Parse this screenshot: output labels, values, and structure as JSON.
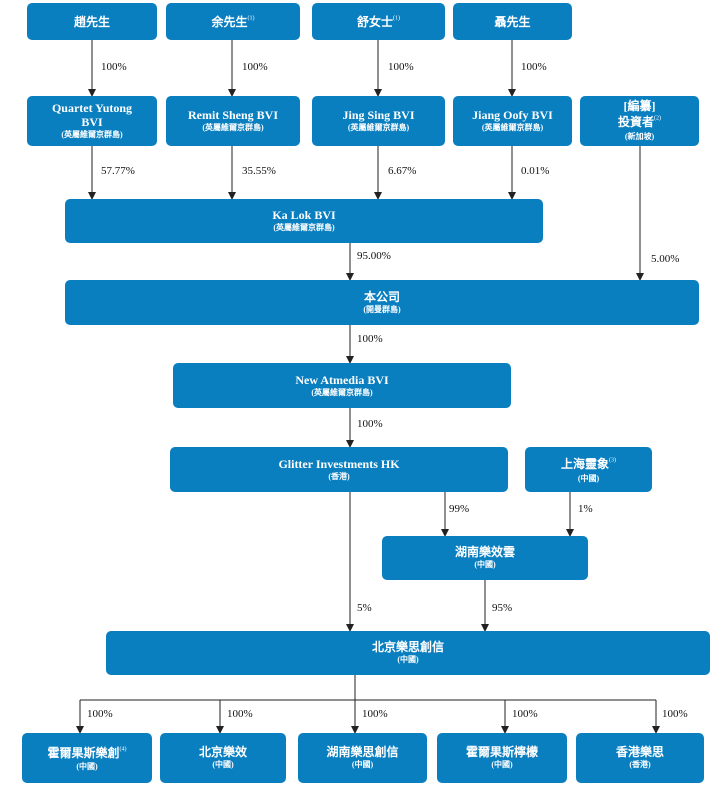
{
  "colors": {
    "box": "#0a7fc0",
    "text": "#ffffff",
    "line": "#222222"
  },
  "nodes": {
    "zhao": {
      "name": "趙先生",
      "note": ""
    },
    "yu": {
      "name": "余先生",
      "note": "(1)"
    },
    "shu": {
      "name": "舒女士",
      "note": "(1)"
    },
    "nie": {
      "name": "聶先生",
      "note": ""
    },
    "quartet": {
      "name": "Quartet Yutong BVI",
      "sub": "(英屬維爾京群島)"
    },
    "remit": {
      "name": "Remit Sheng BVI",
      "sub": "(英屬維爾京群島)"
    },
    "jingsing": {
      "name": "Jing Sing BVI",
      "sub": "(英屬維爾京群島)"
    },
    "jiangoofy": {
      "name": "Jiang Oofy BVI",
      "sub": "(英屬維爾京群島)"
    },
    "investor": {
      "name1": "[編纂]",
      "name2": "投資者",
      "note": "(2)",
      "sub": "(新加坡)"
    },
    "kalok": {
      "name": "Ka Lok BVI",
      "sub": "(英屬維爾京群島)"
    },
    "company": {
      "name": "本公司",
      "sub": "(開曼群島)"
    },
    "newatmedia": {
      "name": "New Atmedia BVI",
      "sub": "(英屬維爾京群島)"
    },
    "glitter": {
      "name": "Glitter Investments HK",
      "sub": "(香港)"
    },
    "shanghai": {
      "name": "上海靈象",
      "note": "(3)",
      "sub": "(中國)"
    },
    "hunanxiao": {
      "name": "湖南樂效雲",
      "sub": "(中國)"
    },
    "beijing": {
      "name": "北京樂思創信",
      "sub": "(中國)"
    },
    "horgos": {
      "name": "霍爾果斯樂創",
      "note": "(4)",
      "sub": "(中國)"
    },
    "bjlexiao": {
      "name": "北京樂效",
      "sub": "(中國)"
    },
    "hunanchuang": {
      "name": "湖南樂思創信",
      "sub": "(中國)"
    },
    "horgosning": {
      "name": "霍爾果斯檸檬",
      "sub": "(中國)"
    },
    "hklesi": {
      "name": "香港樂思",
      "sub": "(香港)"
    }
  },
  "edges": {
    "zhao_quartet": "100%",
    "yu_remit": "100%",
    "shu_jingsing": "100%",
    "nie_jiangoofy": "100%",
    "quartet_kalok": "57.77%",
    "remit_kalok": "35.55%",
    "jingsing_kalok": "6.67%",
    "jiangoofy_kalok": "0.01%",
    "kalok_company": "95.00%",
    "investor_company": "5.00%",
    "company_newatmedia": "100%",
    "newatmedia_glitter": "100%",
    "glitter_hunanxiao": "99%",
    "shanghai_hunanxiao": "1%",
    "glitter_beijing": "5%",
    "hunanxiao_beijing": "95%",
    "beijing_horgos": "100%",
    "beijing_bjlexiao": "100%",
    "beijing_hunanchuang": "100%",
    "beijing_horgosning": "100%",
    "beijing_hklesi": "100%"
  }
}
